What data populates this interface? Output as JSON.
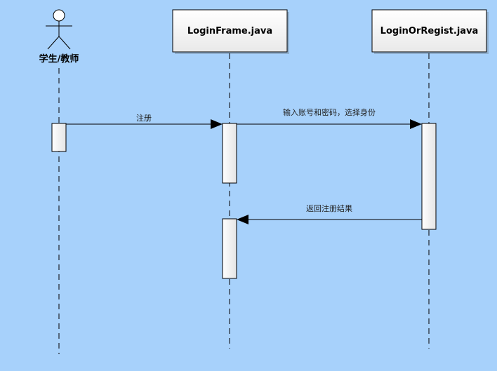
{
  "diagram": {
    "background": "#a7d1fb",
    "actor": {
      "label": "学生/教师"
    },
    "objects": [
      {
        "label": "LoginFrame.java"
      },
      {
        "label": "LoginOrRegist.java"
      }
    ],
    "messages": [
      {
        "label": "注册"
      },
      {
        "label": "输入账号和密码，选择身份"
      },
      {
        "label": "返回注册结果"
      }
    ]
  }
}
